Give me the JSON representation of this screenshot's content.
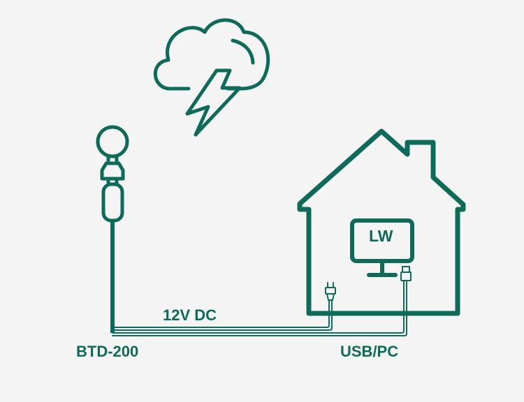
{
  "colors": {
    "accent": "#0e6b5a",
    "background": "#f4f4f4"
  },
  "icons": {
    "weather": "storm-cloud-lightning-icon",
    "sensor": "lightning-sensor-icon",
    "house": "house-icon",
    "monitor": "monitor-icon",
    "power_plug": "dc-plug-icon",
    "usb_plug": "usb-plug-icon"
  },
  "labels": {
    "power": "12V DC",
    "sensor": "BTD-200",
    "connection": "USB/PC",
    "screen": "LW"
  }
}
